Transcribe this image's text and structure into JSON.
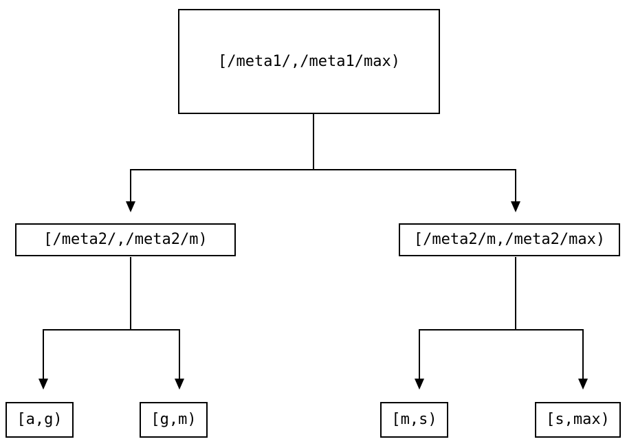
{
  "diagram": {
    "type": "binary-interval-tree",
    "root": {
      "label": "[/meta1/,/meta1/max)"
    },
    "branches": [
      {
        "label": "[/meta2/,/meta2/m)",
        "children": [
          {
            "label": "[a,g)"
          },
          {
            "label": "[g,m)"
          }
        ]
      },
      {
        "label": "[/meta2/m,/meta2/max)",
        "children": [
          {
            "label": "[m,s)"
          },
          {
            "label": "[s,max)"
          }
        ]
      }
    ],
    "colors": {
      "background": "#ffffff",
      "box_fill": "#ffffff",
      "box_border": "#000000",
      "line": "#000000",
      "text": "#000000"
    }
  }
}
